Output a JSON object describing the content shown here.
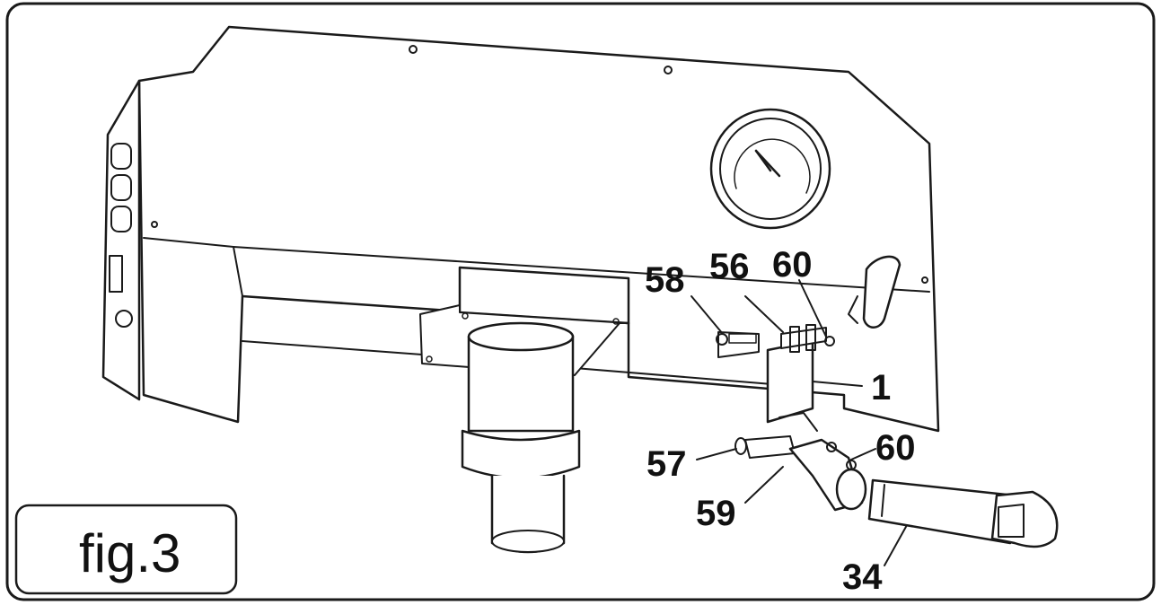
{
  "figure": {
    "caption": "fig.3",
    "callouts": [
      {
        "id": "c58",
        "text": "58"
      },
      {
        "id": "c56",
        "text": "56"
      },
      {
        "id": "c60a",
        "text": "60"
      },
      {
        "id": "c1",
        "text": "1"
      },
      {
        "id": "c57",
        "text": "57"
      },
      {
        "id": "c60b",
        "text": "60"
      },
      {
        "id": "c59",
        "text": "59"
      },
      {
        "id": "c34",
        "text": "34"
      }
    ]
  },
  "colors": {
    "line": "#1a1a1a",
    "background": "#ffffff"
  }
}
